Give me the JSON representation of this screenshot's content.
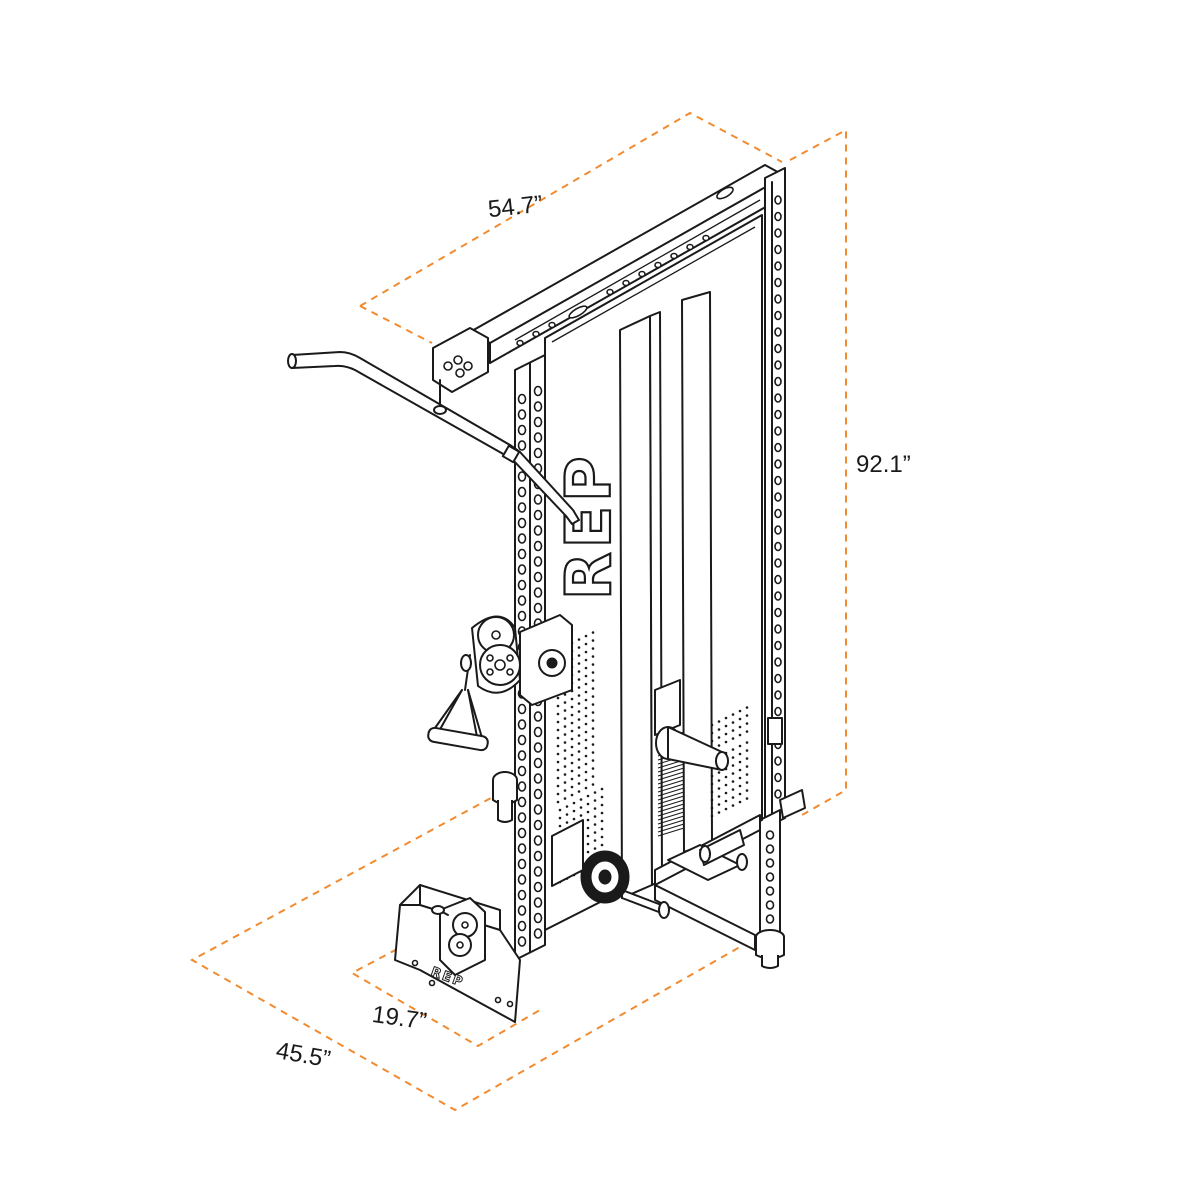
{
  "colors": {
    "dimension_line": "#f28b30",
    "line_art": "#1a1a1a",
    "background": "#ffffff"
  },
  "dimensions": {
    "top_width": "54.7”",
    "height": "92.1”",
    "depth": "45.5”",
    "footplate_depth": "19.7”"
  },
  "brand": {
    "upright_logo": "REP",
    "footplate_logo": "REP"
  }
}
